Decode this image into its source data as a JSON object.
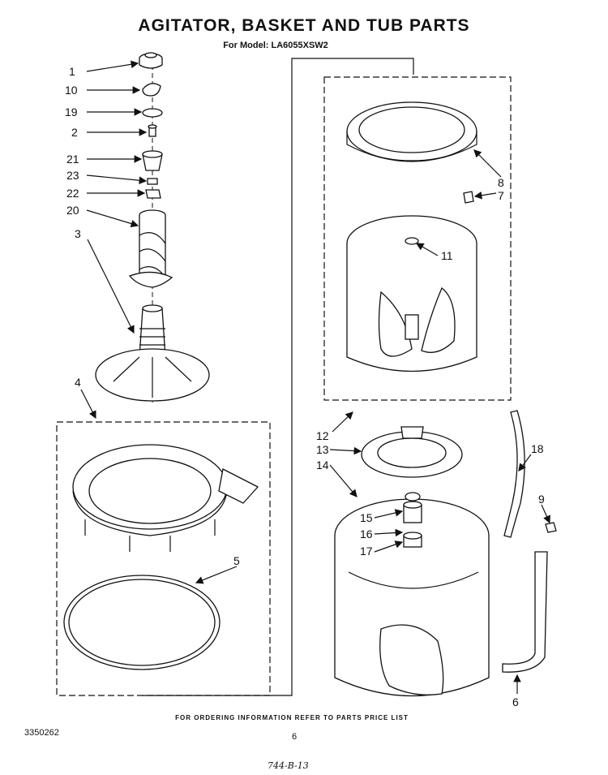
{
  "title": "AGITATOR, BASKET AND TUB PARTS",
  "subtitle": "For Model: LA6055XSW2",
  "footer": "FOR ORDERING INFORMATION REFER TO PARTS PRICE LIST",
  "doc_number": "3350262",
  "page_number": "6",
  "handwritten_note": "744-B-13",
  "callouts": {
    "c1": "1",
    "c10": "10",
    "c19": "19",
    "c2": "2",
    "c21": "21",
    "c23": "23",
    "c22": "22",
    "c20": "20",
    "c3": "3",
    "c4": "4",
    "c5": "5",
    "c8": "8",
    "c7": "7",
    "c11": "11",
    "c12": "12",
    "c13": "13",
    "c14": "14",
    "c15": "15",
    "c16": "16",
    "c17": "17",
    "c18": "18",
    "c9": "9",
    "c6": "6"
  }
}
